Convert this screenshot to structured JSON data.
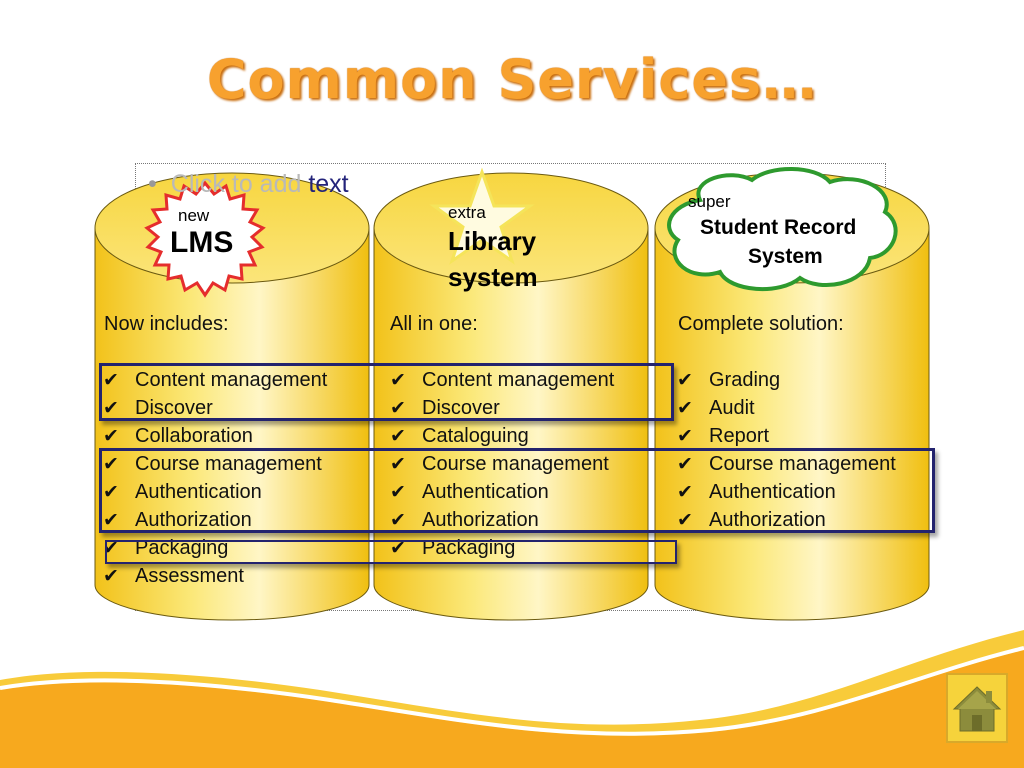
{
  "slide": {
    "title": "Common Services…",
    "placeholder_prompt_faded": "Click to add",
    "placeholder_prompt_visible": " text"
  },
  "columns": [
    {
      "badge_small": "new",
      "badge_big": "LMS",
      "intro": "Now includes:",
      "items": [
        "Content management",
        "Discover",
        "Collaboration",
        "Course management",
        "Authentication",
        "Authorization",
        "Packaging",
        "Assessment"
      ]
    },
    {
      "badge_small": "extra",
      "badge_big_line1": "Library",
      "badge_big_line2": "system",
      "intro": "All in one:",
      "items": [
        "Content management",
        "Discover",
        "Cataloguing",
        "Course management",
        "Authentication",
        "Authorization",
        "Packaging"
      ]
    },
    {
      "badge_small": "super",
      "badge_big_line1": "Student Record",
      "badge_big_line2": "System",
      "intro": "Complete solution:",
      "items": [
        "Grading",
        "Audit",
        "Report",
        "Course management",
        "Authentication",
        "Authorization"
      ]
    }
  ],
  "check_glyph": "✔",
  "colors": {
    "title": "#f7a12e",
    "cylinder_light": "#fffbe0",
    "cylinder_mid": "#f8df55",
    "cylinder_dark": "#efb800",
    "box_border": "#23236e",
    "cloud_border": "#2e9a2e",
    "burst_border": "#e52d2d"
  },
  "icons": {
    "home": "home-icon"
  }
}
